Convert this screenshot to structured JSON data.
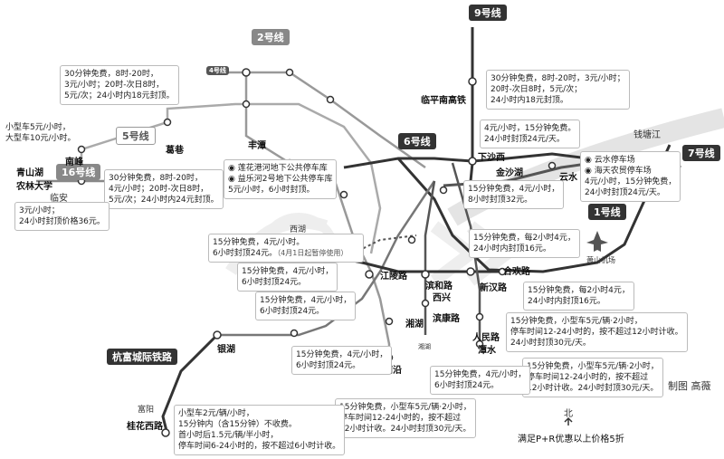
{
  "lines": {
    "l2": "2号线",
    "l9": "9号线",
    "l5": "5号线",
    "l6": "6号线",
    "l16": "16号线",
    "l7": "7号线",
    "l1": "1号线",
    "l4": "4号线",
    "fuyang": "杭富城际铁路"
  },
  "stations": {
    "linping": "临平南高铁",
    "nanfeng": "南峰",
    "gexiang": "葛巷",
    "qingshanhu": "青山湖",
    "nonglin": "农林大学",
    "fengtan": "丰潭",
    "xiashaxi": "下沙西",
    "jinshahu": "金沙湖",
    "yunshui": "云水",
    "jianglinglu": "江陵路",
    "binhelu": "滨和路",
    "xixing": "西兴",
    "binkanglu": "滨康路",
    "xinhanlu": "新汉路",
    "hehuanlu": "合欢路",
    "xiangyan": "湘湖",
    "pu_yan": "浦沿",
    "renminlu": "人民路",
    "tanshui": "潭水",
    "yinhu": "银湖",
    "guifuxilu": "桂花西路"
  },
  "places": {
    "lin_an": "临安",
    "xihu": "西湖",
    "fuyang": "富阳",
    "qiantangjiang": "钱塘江",
    "xiaoshan_airport": "萧山机场",
    "xianghu": "湘湖"
  },
  "notes": {
    "n1": [
      "30分钟免费，8时-20时，",
      "3元/小时；20时-次日8时，",
      "5元/次；24小时内18元封顶。"
    ],
    "n2": [
      "小型车5元/小时，",
      "大型车10元/小时。"
    ],
    "n3": [
      "30分钟免费，8时-20时，",
      "4元/小时；20时-次日8时，",
      "5元/次；24小时内24元封顶。"
    ],
    "n4": [
      "3元/小时；",
      "24小时封顶价格36元。"
    ],
    "n5": [
      "◉ 莲花港河地下公共停车库",
      "◉ 益乐河2号地下公共停车库",
      "5元/小时，6小时封顶。"
    ],
    "n6": [
      "30分钟免费，8时-20时，3元/小时；",
      "20时-次日8时，5元/次；",
      "24小时内18元封顶。"
    ],
    "n7": [
      "4元/小时，15分钟免费。",
      "24小时封顶24元/天。"
    ],
    "n8": [
      "◉ 云水停车场",
      "◉ 海天农贸停车场",
      "4元/小时，15分钟免费，",
      "24小时封顶24元/天。"
    ],
    "n9": [
      "15分钟免费，4元/小时，",
      "8小时封顶32元。"
    ],
    "n10": [
      "15分钟免费，每2小时4元，",
      "24小时内封顶16元。"
    ],
    "n11": [
      "15分钟免费，4元/小时。",
      "6小时封顶24元。"
    ],
    "n11b": "（4月1日起暂停使用）",
    "n12": [
      "15分钟免费，4元/小时，",
      "6小时封顶24元。"
    ],
    "n13": [
      "15分钟免费，4元/小时，",
      "6小时封顶24元。"
    ],
    "n14": [
      "15分钟免费，每2小时4元，",
      "24小时内封顶16元。"
    ],
    "n15": [
      "15分钟免费，小型车5元/辆·2小时，",
      "停车时间12-24小时的，按不超过12小时计收。",
      "24小时封顶30元/天。"
    ],
    "n16": [
      "15分钟免费，4元/小时，",
      "6小时封顶24元。"
    ],
    "n17": [
      "15分钟免费，小型车5元/辆·2小时，",
      "停车时间12-24小时的，按不超过",
      "12小时计收。24小时封顶30元/天。"
    ],
    "n18": [
      "15分钟免费，4元/小时，",
      "6小时封顶24元。"
    ],
    "n19": [
      "15分钟免费，小型车5元/辆·2小时，",
      "停车时间12-24小时的，按不超过",
      "12小时计收。24小时封顶30元/天。"
    ],
    "n20": [
      "小型车2元/辆/小时，",
      "15分钟内（含15分钟）不收费。",
      "首小时后1.5元/辆/半小时，",
      "停车时间6-24小时的，按不超过6小时计收。"
    ]
  },
  "footer": {
    "credit": "制图  高薇",
    "discount": "满足P+R优惠以上价格5折",
    "north": "北"
  },
  "colors": {
    "line_dark": "#333333",
    "line_mid": "#888888",
    "line_light": "#bbbbbb"
  }
}
